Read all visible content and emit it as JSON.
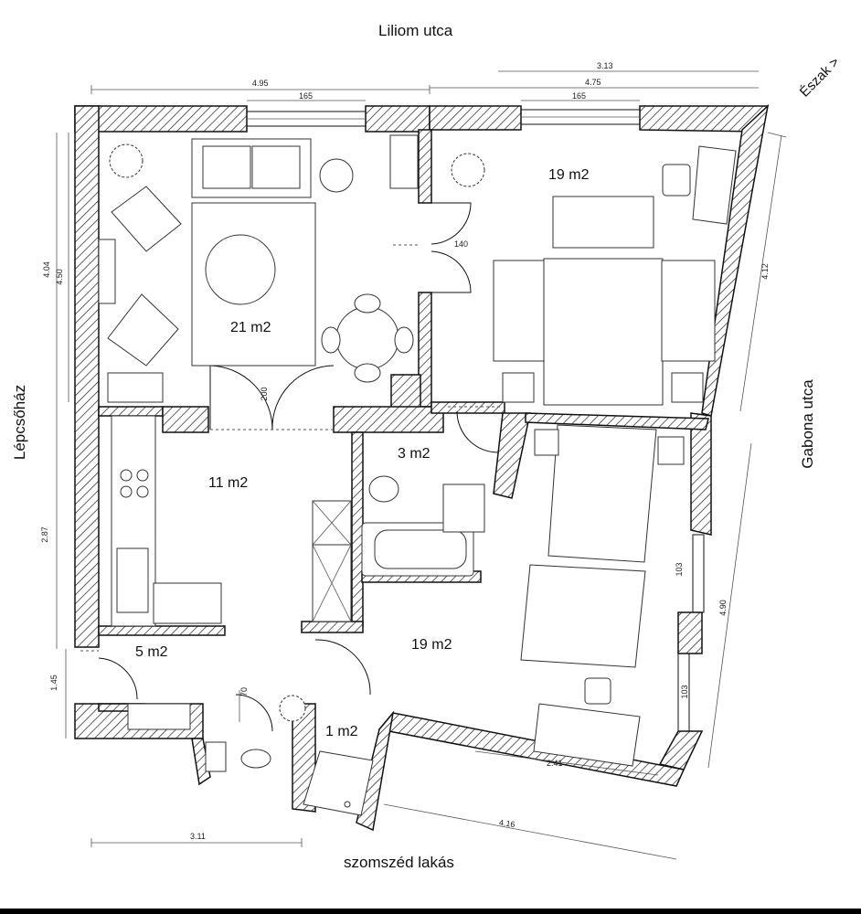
{
  "streets": {
    "north": "Liliom utca",
    "west": "Lépcsőház",
    "east": "Gabona utca",
    "south": "szomszéd lakás",
    "compass": "Észak >"
  },
  "rooms": {
    "living": "21 m2",
    "bedroom_ne": "19 m2",
    "hall": "11 m2",
    "bath": "3 m2",
    "bedroom_se": "19 m2",
    "entry": "5 m2",
    "wc": "1 m2"
  },
  "dimensions": {
    "top_left": "4.95",
    "top_left_window": "165",
    "top_right_outer": "3.13",
    "top_right": "4.75",
    "top_right_window": "165",
    "door_ne": "140",
    "left_outer": "4.04",
    "left_inner": "4.50",
    "left_mid": "2.87",
    "left_low": "1.45",
    "door_hall": "200",
    "right_upper": "4.12",
    "right_lower": "4.90",
    "window_r1": "103",
    "window_r2": "103",
    "door_wc": "70",
    "bottom_inner": "2.41",
    "bottom_diag": "4.16",
    "bottom_left": "3.11"
  }
}
